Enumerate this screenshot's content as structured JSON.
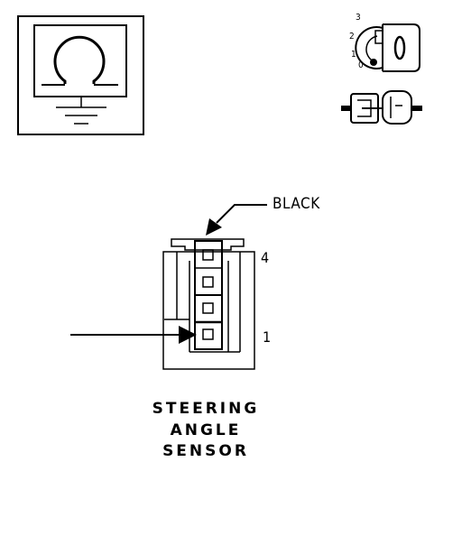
{
  "connector": {
    "color_label": "BLACK",
    "pin_high": "4",
    "pin_low": "1"
  },
  "key_positions": [
    "3",
    "2",
    "1",
    "0"
  ],
  "title_lines": [
    "STEERING",
    "ANGLE",
    "SENSOR"
  ]
}
